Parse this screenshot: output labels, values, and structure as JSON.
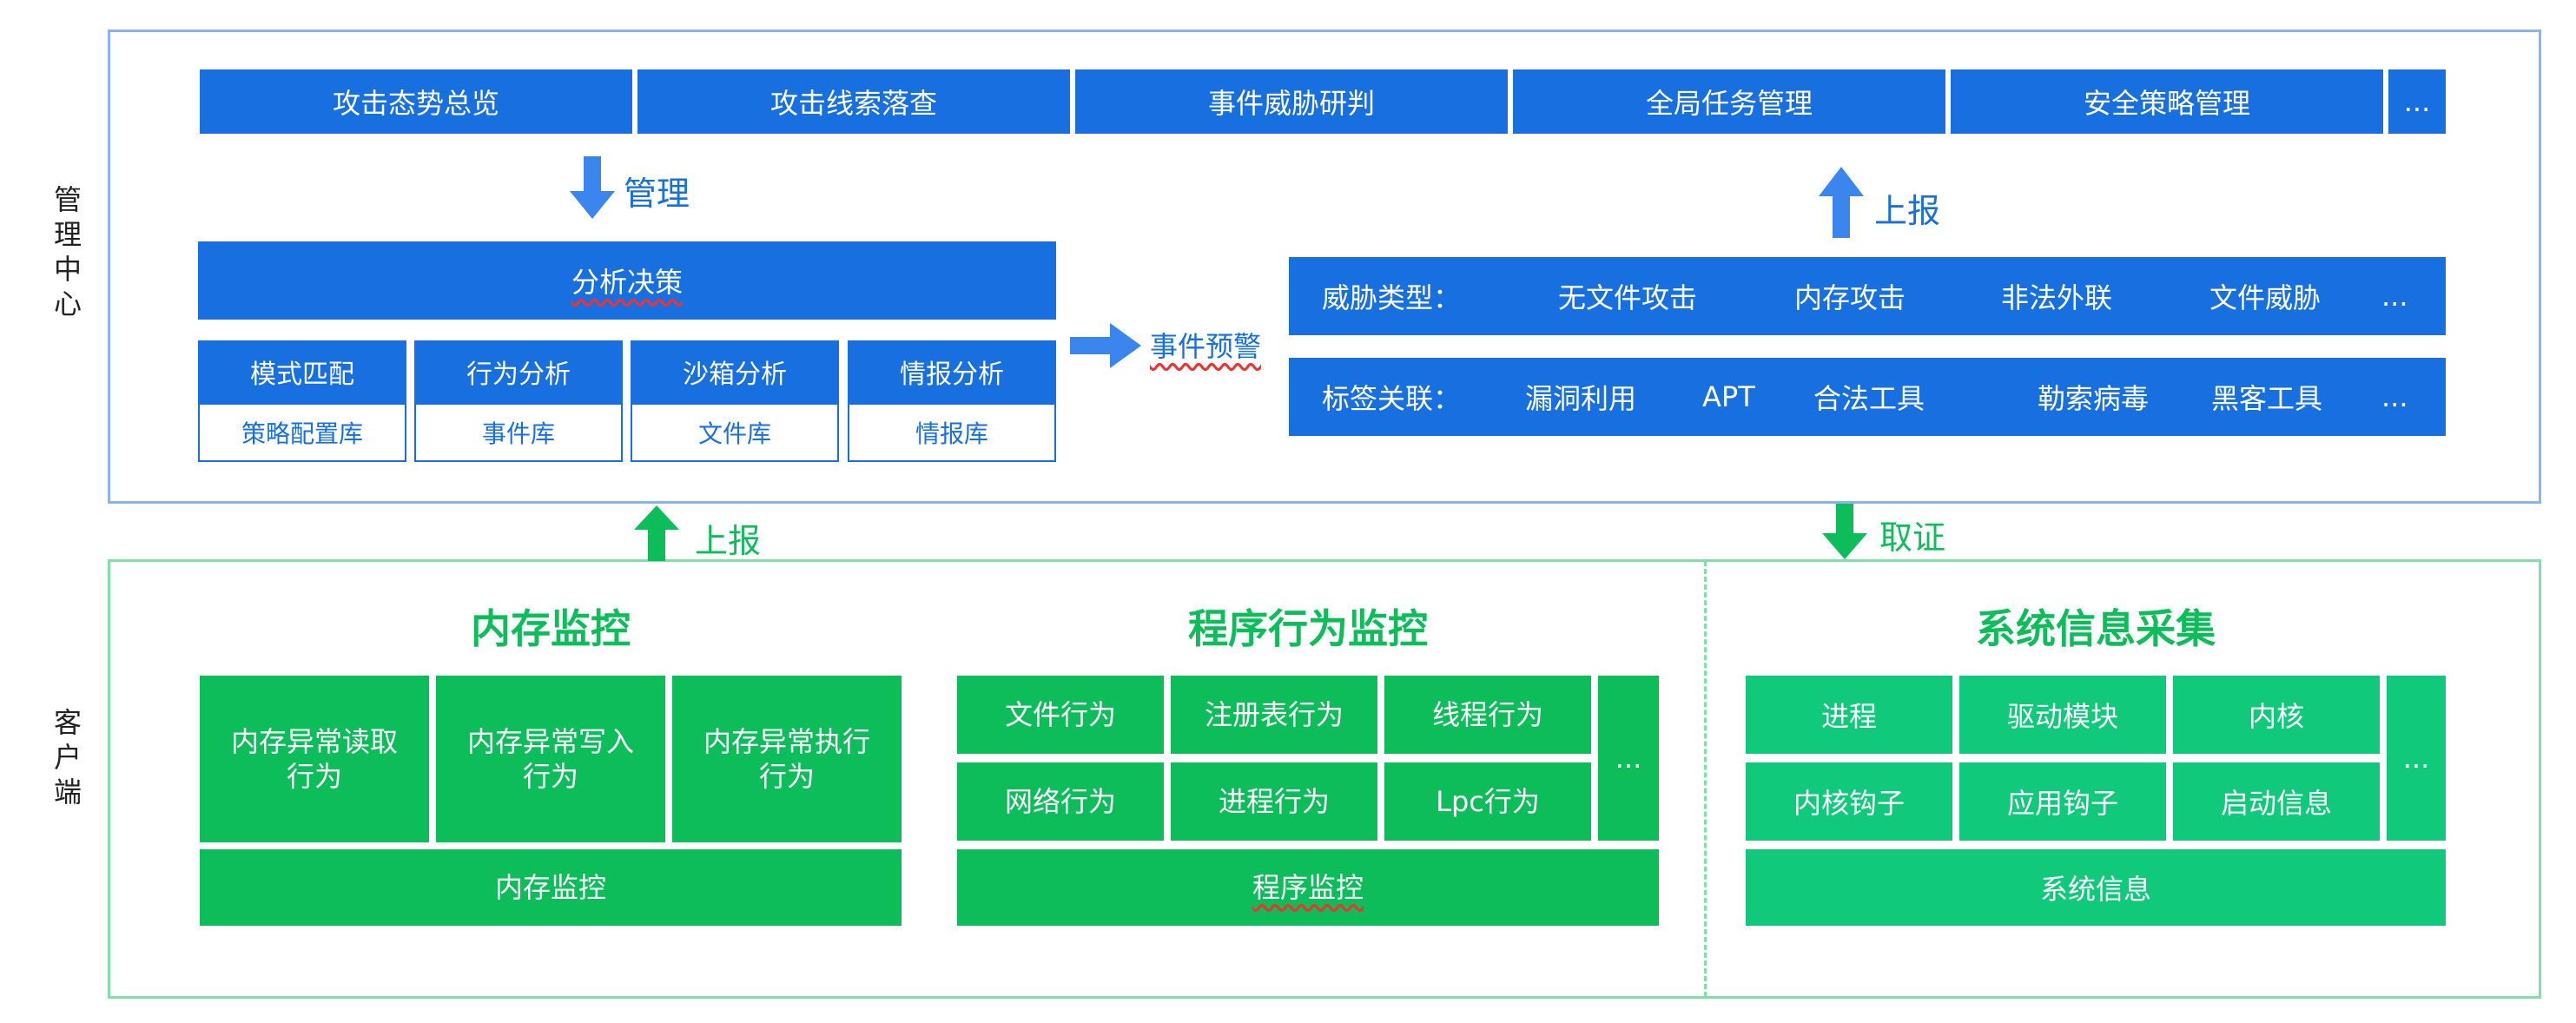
{
  "side_labels": {
    "top": "管理中心",
    "bottom": "客户端"
  },
  "top_menu": [
    "攻击态势总览",
    "攻击线索落查",
    "事件威胁研判",
    "全局任务管理",
    "安全策略管理",
    "..."
  ],
  "manage_label": "管理",
  "report_label_top": "上报",
  "analysis": {
    "title": "分析决策",
    "modules": [
      {
        "name": "模式匹配",
        "lib": "策略配置库"
      },
      {
        "name": "行为分析",
        "lib": "事件库"
      },
      {
        "name": "沙箱分析",
        "lib": "文件库"
      },
      {
        "name": "情报分析",
        "lib": "情报库"
      }
    ]
  },
  "event_alert_label": "事件预警",
  "threat_types": {
    "label": "威胁类型：",
    "items": [
      "无文件攻击",
      "内存攻击",
      "非法外联",
      "文件威胁",
      "..."
    ]
  },
  "tag_links": {
    "label": "标签关联：",
    "items": [
      "漏洞利用",
      "APT",
      "合法工具",
      "勒索病毒",
      "黑客工具",
      "..."
    ]
  },
  "report_label_bottom": "上报",
  "forensics_label": "取证",
  "memory_monitor": {
    "heading": "内存监控",
    "items": [
      "内存异常读取行为",
      "内存异常写入行为",
      "内存异常执行行为"
    ],
    "footer": "内存监控"
  },
  "program_monitor": {
    "heading": "程序行为监控",
    "items": [
      "文件行为",
      "注册表行为",
      "线程行为",
      "网络行为",
      "进程行为",
      "Lpc行为"
    ],
    "more": "...",
    "footer": "程序监控"
  },
  "system_info": {
    "heading": "系统信息采集",
    "items": [
      "进程",
      "驱动模块",
      "内核",
      "内核钩子",
      "应用钩子",
      "启动信息"
    ],
    "more": "...",
    "footer": "系统信息"
  },
  "colors": {
    "blue": "#176fe0",
    "green": "#0dbd5a",
    "teal": "#10c97a",
    "top_frame": "#8ab4f0",
    "bottom_frame": "#7fe0a8"
  }
}
